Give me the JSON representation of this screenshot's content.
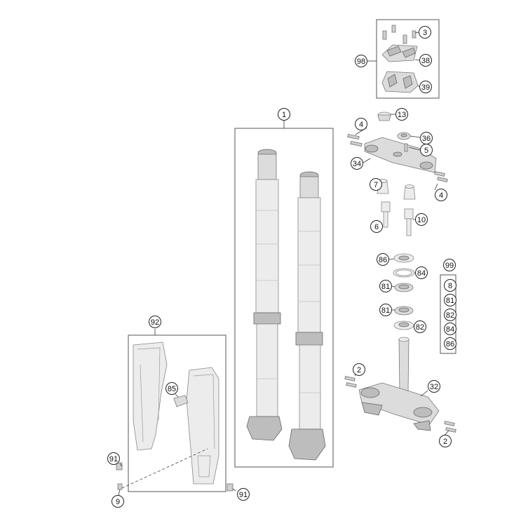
{
  "callouts": {
    "c1": "1",
    "c3": "3",
    "c98": "98",
    "c38": "38",
    "c39": "39",
    "c13": "13",
    "c4a": "4",
    "c36": "36",
    "c5": "5",
    "c34": "34",
    "c4b": "4",
    "c7": "7",
    "c6": "6",
    "c10": "10",
    "c86": "86",
    "c84": "84",
    "c81a": "81",
    "c81b": "81",
    "c82": "82",
    "c92": "92",
    "c85": "85",
    "c91a": "91",
    "c9": "9",
    "c91b": "91",
    "c2a": "2",
    "c32": "32",
    "c2b": "2"
  },
  "kit99": {
    "title": "99",
    "items": [
      "8",
      "81",
      "82",
      "84",
      "86"
    ]
  }
}
